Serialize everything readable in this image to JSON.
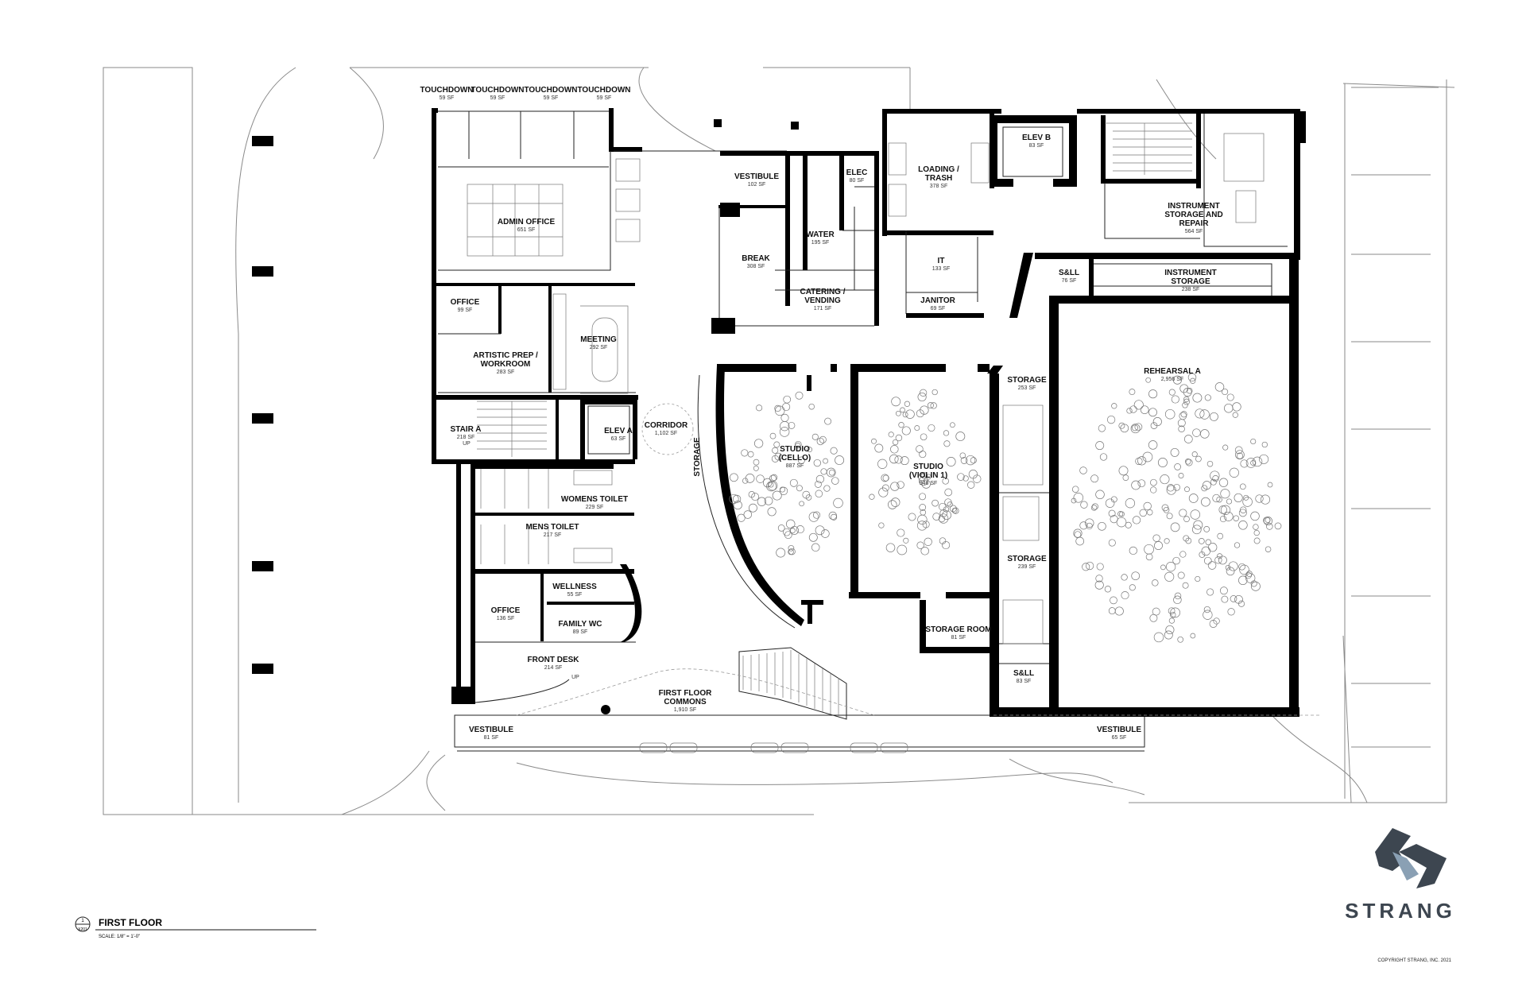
{
  "rooms": [
    {
      "id": "touchdown-1",
      "name": "TOUCHDOWN",
      "area": "59 SF"
    },
    {
      "id": "touchdown-2",
      "name": "TOUCHDOWN",
      "area": "59 SF"
    },
    {
      "id": "touchdown-3",
      "name": "TOUCHDOWN",
      "area": "59 SF"
    },
    {
      "id": "touchdown-4",
      "name": "TOUCHDOWN",
      "area": "59 SF"
    },
    {
      "id": "admin-office",
      "name": "ADMIN OFFICE",
      "area": "651 SF"
    },
    {
      "id": "office-1",
      "name": "OFFICE",
      "area": "99 SF"
    },
    {
      "id": "artistic-prep",
      "name": "ARTISTIC PREP /",
      "name2": "WORKROOM",
      "area": "283 SF"
    },
    {
      "id": "meeting",
      "name": "MEETING",
      "area": "292 SF"
    },
    {
      "id": "stair-a",
      "name": "STAIR A",
      "area": "218 SF",
      "note": "UP"
    },
    {
      "id": "elev-a",
      "name": "ELEV A",
      "area": "63 SF"
    },
    {
      "id": "corridor",
      "name": "CORRIDOR",
      "area": "1,102 SF"
    },
    {
      "id": "womens-toilet",
      "name": "WOMENS TOILET",
      "area": "229 SF"
    },
    {
      "id": "mens-toilet",
      "name": "MENS TOILET",
      "area": "217 SF"
    },
    {
      "id": "wellness",
      "name": "WELLNESS",
      "area": "55 SF"
    },
    {
      "id": "office-2",
      "name": "OFFICE",
      "area": "136 SF"
    },
    {
      "id": "family-wc",
      "name": "FAMILY WC",
      "area": "89 SF"
    },
    {
      "id": "front-desk",
      "name": "FRONT DESK",
      "area": "214 SF"
    },
    {
      "id": "vestibule-west",
      "name": "VESTIBULE",
      "area": "81 SF"
    },
    {
      "id": "first-floor-commons",
      "name": "FIRST FLOOR",
      "name2": "COMMONS",
      "area": "1,910 SF",
      "note": "UP"
    },
    {
      "id": "vestibule-north",
      "name": "VESTIBULE",
      "area": "102 SF"
    },
    {
      "id": "break",
      "name": "BREAK",
      "area": "308 SF"
    },
    {
      "id": "water",
      "name": "WATER",
      "area": "195 SF"
    },
    {
      "id": "elec",
      "name": "ELEC",
      "area": "80 SF"
    },
    {
      "id": "catering",
      "name": "CATERING /",
      "name2": "VENDING",
      "area": "171 SF"
    },
    {
      "id": "loading",
      "name": "LOADING /",
      "name2": "TRASH",
      "area": "378 SF"
    },
    {
      "id": "it",
      "name": "IT",
      "area": "133 SF"
    },
    {
      "id": "janitor",
      "name": "JANITOR",
      "area": "69 SF"
    },
    {
      "id": "elev-b",
      "name": "ELEV B",
      "area": "83 SF"
    },
    {
      "id": "instrument-storage-repair",
      "name": "INSTRUMENT",
      "name2": "STORAGE AND",
      "name3": "REPAIR",
      "area": "564 SF"
    },
    {
      "id": "sll-north",
      "name": "S&LL",
      "area": "76 SF"
    },
    {
      "id": "instrument-storage",
      "name": "INSTRUMENT",
      "name2": "STORAGE",
      "area": "238 SF"
    },
    {
      "id": "storage-curve",
      "name": "STORAGE",
      "area": ""
    },
    {
      "id": "studio-cello",
      "name": "STUDIO",
      "name2": "(CELLO)",
      "area": "887 SF"
    },
    {
      "id": "studio-violin",
      "name": "STUDIO",
      "name2": "(VIOLIN 1)",
      "area": "946 SF"
    },
    {
      "id": "storage-1",
      "name": "STORAGE",
      "area": "253 SF"
    },
    {
      "id": "storage-2",
      "name": "STORAGE",
      "area": "239 SF"
    },
    {
      "id": "storage-room",
      "name": "STORAGE ROOM",
      "area": "81 SF"
    },
    {
      "id": "rehearsal-a",
      "name": "REHEARSAL A",
      "area": "2,956 SF"
    },
    {
      "id": "sll-south",
      "name": "S&LL",
      "area": "83 SF"
    },
    {
      "id": "vestibule-east",
      "name": "VESTIBULE",
      "area": "65 SF"
    }
  ],
  "title_block": {
    "drawing_number": "1",
    "sheet": "X201",
    "title": "FIRST FLOOR",
    "scale": "SCALE: 1/8\" = 1'-0\""
  },
  "logo": {
    "text": "STRANG",
    "color": "#3d4650"
  },
  "copyright": "COPYRIGHT STRANG, INC. 2021"
}
